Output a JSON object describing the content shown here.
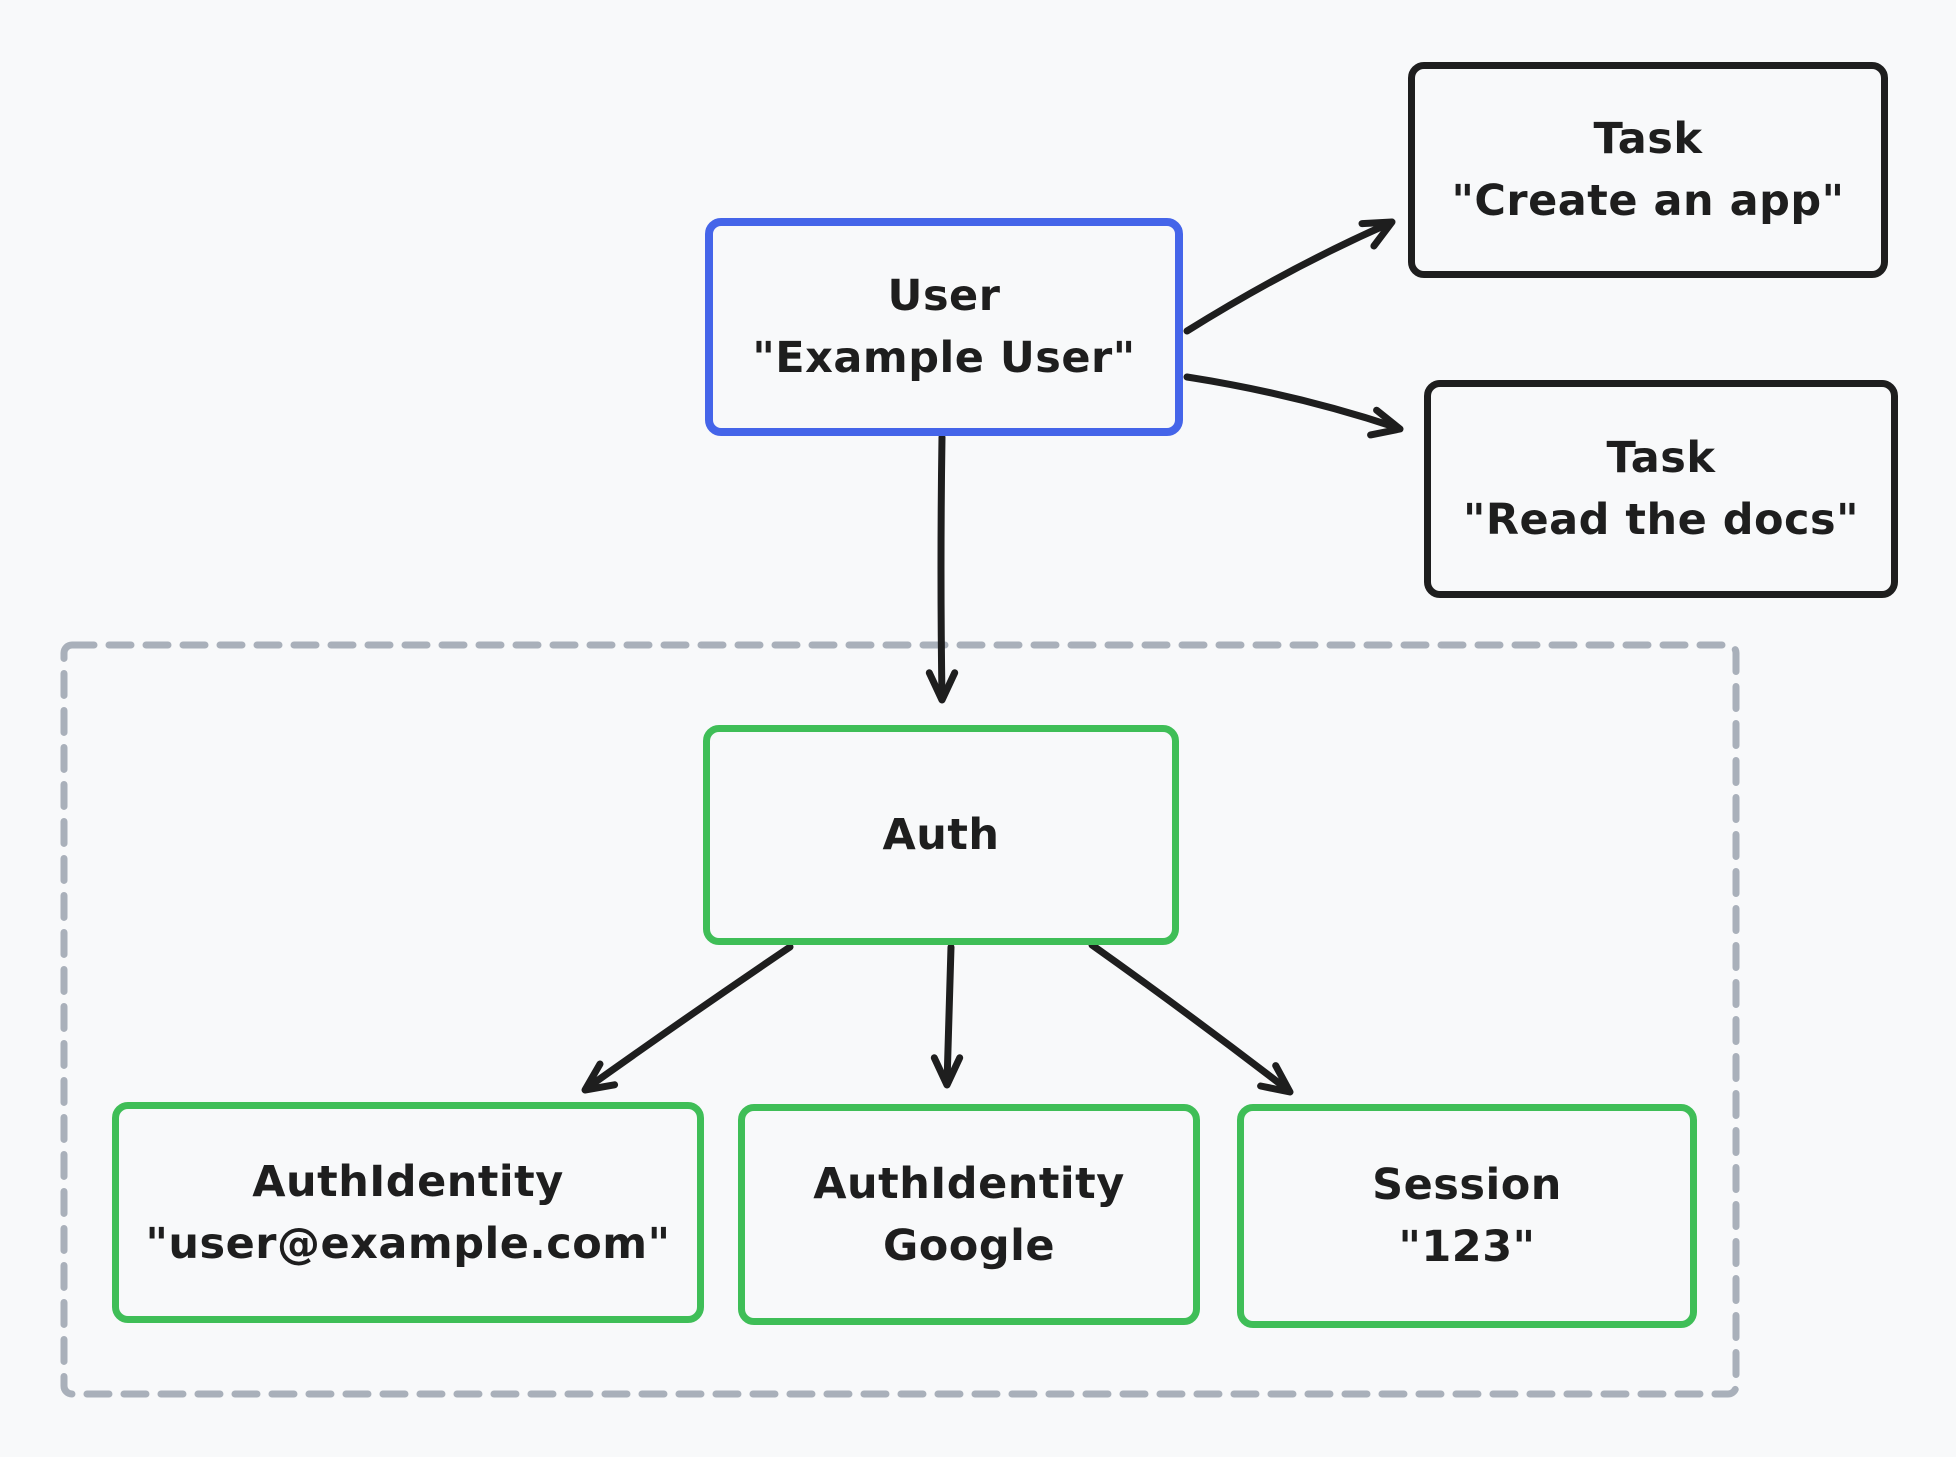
{
  "diagram": {
    "background": "#f8f9fa",
    "palette": {
      "user_border": "#4565e9",
      "task_border": "#1e1e1e",
      "green_border": "#3fbe57",
      "container_border": "#a9b0ba",
      "arrow": "#1e1e1e",
      "text": "#1e1e1e"
    },
    "nodes": {
      "user": {
        "line1": "User",
        "line2": "\"Example User\""
      },
      "task_create": {
        "line1": "Task",
        "line2": "\"Create an app\""
      },
      "task_read": {
        "line1": "Task",
        "line2": "\"Read the docs\""
      },
      "auth": {
        "line1": "Auth"
      },
      "auth_identity_email": {
        "line1": "AuthIdentity",
        "line2": "\"user@example.com\""
      },
      "auth_identity_google": {
        "line1": "AuthIdentity",
        "line2": "Google"
      },
      "session": {
        "line1": "Session",
        "line2": "\"123\""
      }
    }
  }
}
